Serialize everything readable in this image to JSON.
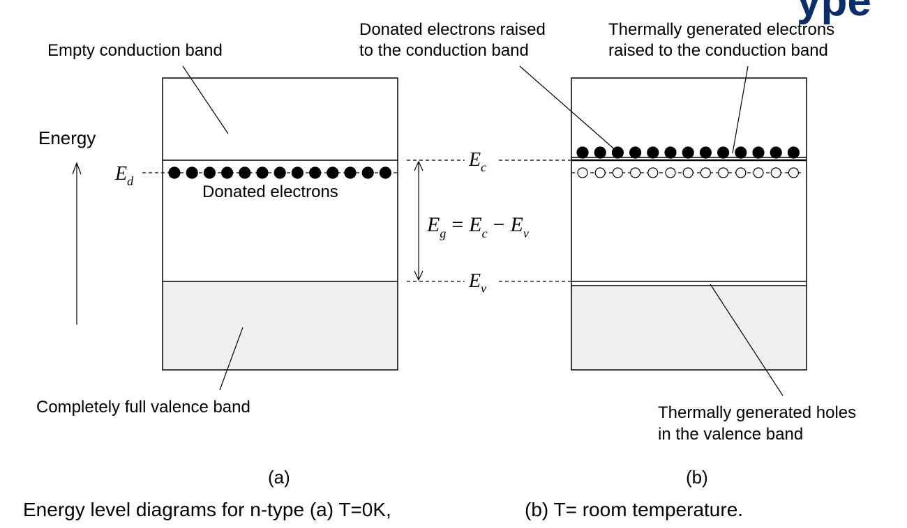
{
  "title_fragment": "ype",
  "colors": {
    "valence_fill": "#efefef",
    "title_fragment": "#0b2e6b"
  },
  "diagram_a": {
    "label_empty_conduction": "Empty conduction band",
    "label_energy": "Energy",
    "label_ed_main": "E",
    "label_ed_sub": "d",
    "label_donated_electrons": "Donated electrons",
    "label_full_valence": "Completely full valence band",
    "caption": "(a)",
    "electron_count": 13
  },
  "middle": {
    "ec_main": "E",
    "ec_sub": "c",
    "ev_main": "E",
    "ev_sub": "v",
    "eq_eg_main": "E",
    "eq_eg_sub": "g",
    "eq_equals": "=",
    "eq_ec_main": "E",
    "eq_ec_sub": "c",
    "eq_minus": "−",
    "eq_ev_main": "E",
    "eq_ev_sub": "v"
  },
  "diagram_b": {
    "label_donated_raised_line1": "Donated electrons raised",
    "label_donated_raised_line2": "to the conduction band",
    "label_thermal_electrons_line1": "Thermally generated electrons",
    "label_thermal_electrons_line2": "raised to the conduction band",
    "label_thermal_holes_line1": "Thermally generated holes",
    "label_thermal_holes_line2": "in the valence band",
    "caption": "(b)",
    "electron_count": 13,
    "hole_count": 13
  },
  "caption_line_part1": "Energy level diagrams for n-type (a) T=0K,",
  "caption_line_part2": "(b) T= room temperature."
}
